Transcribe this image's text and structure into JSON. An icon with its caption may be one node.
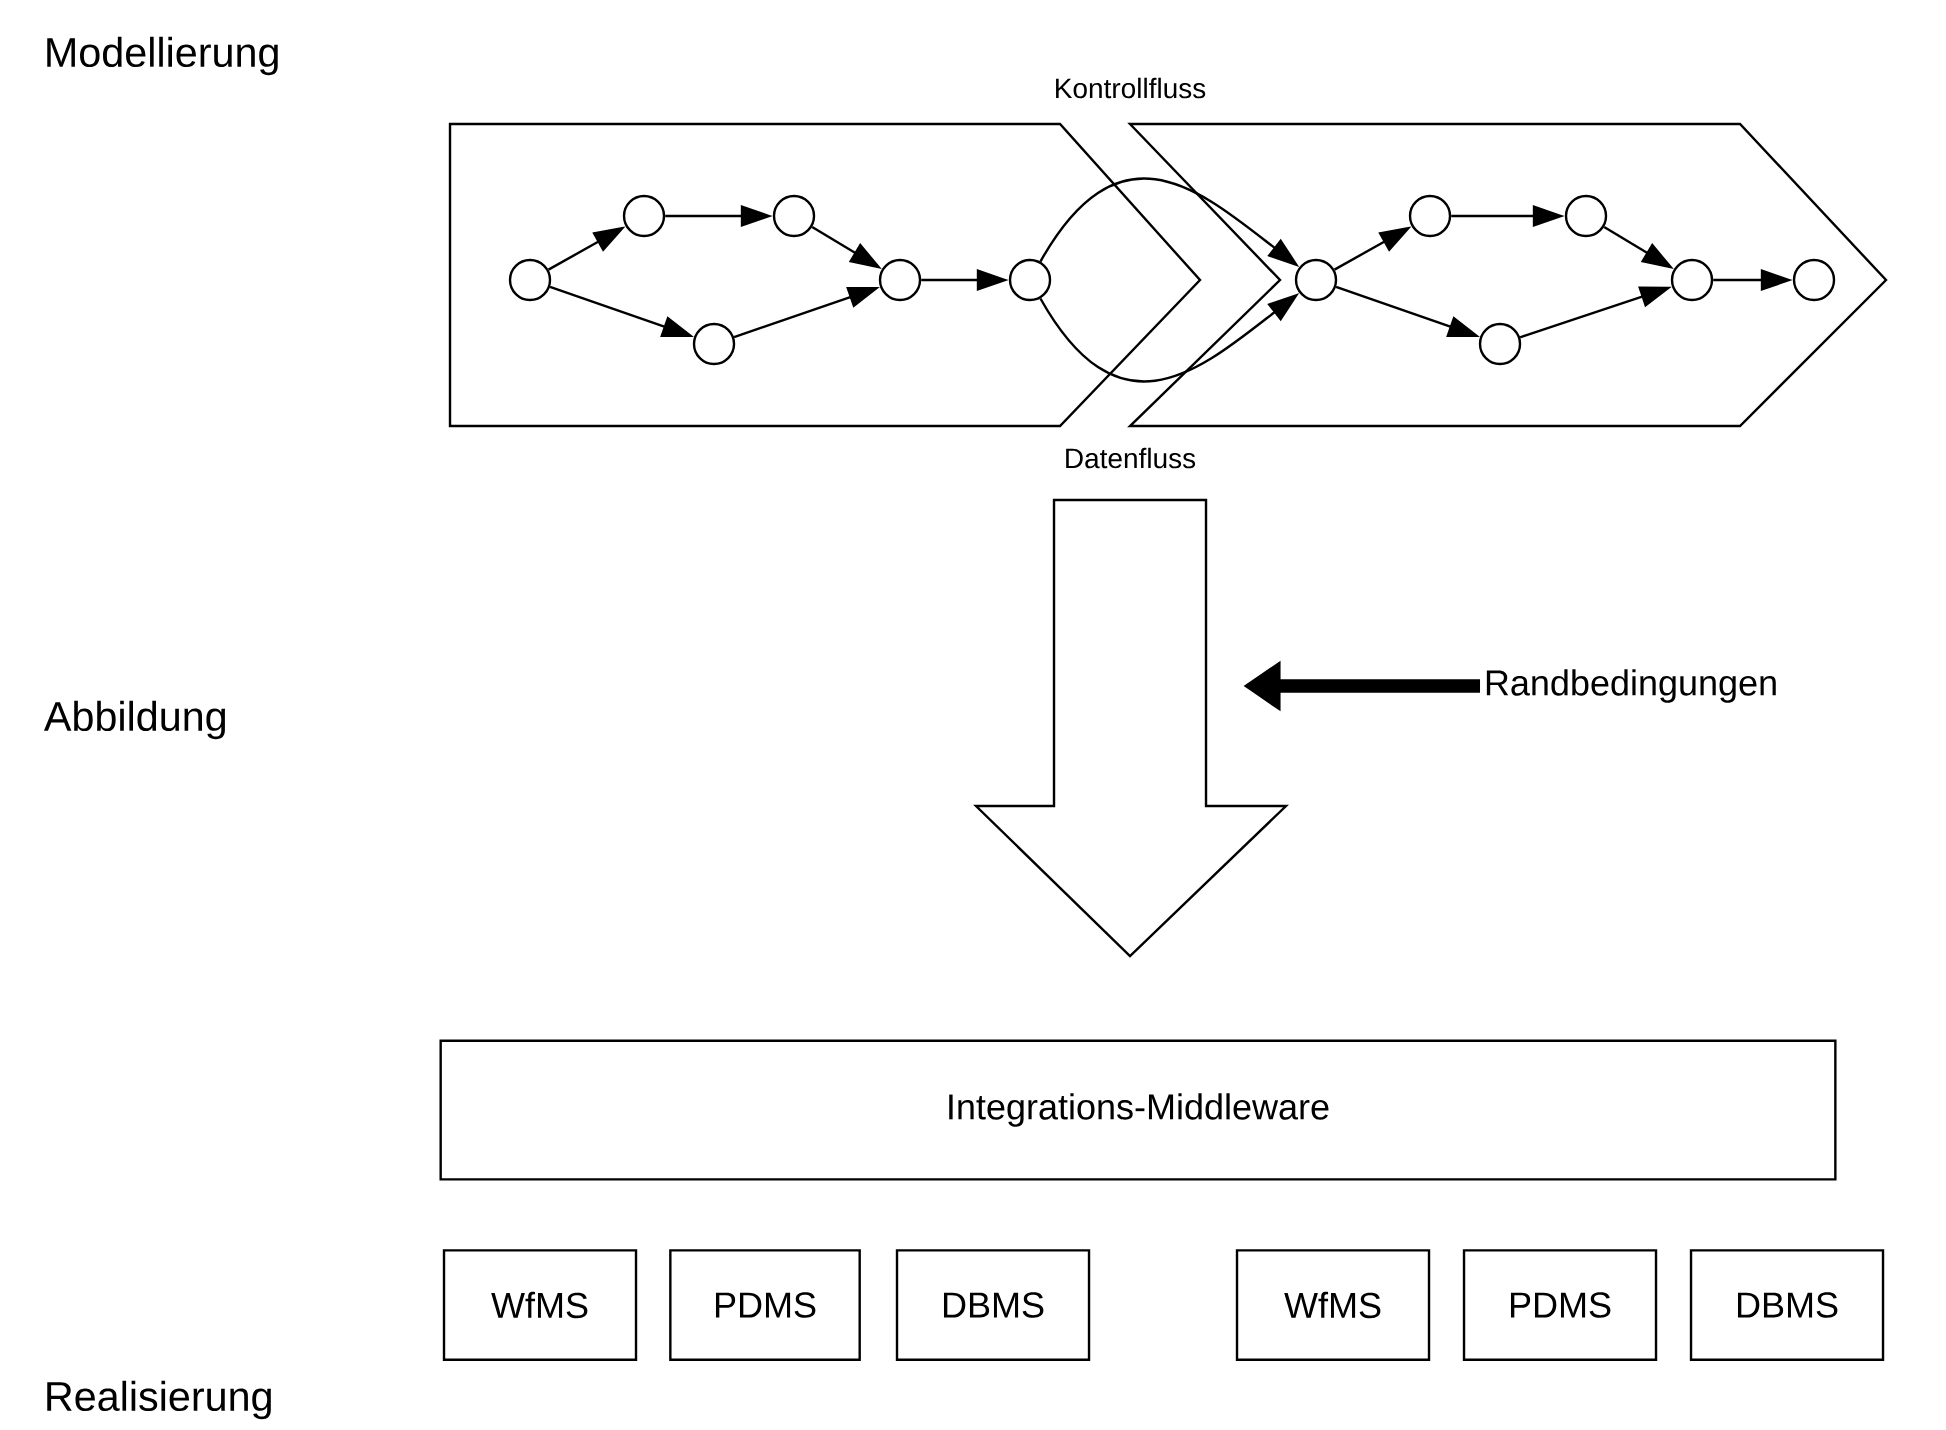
{
  "diagram": {
    "nodes": [
      {
        "text": [],
        "shape": "chevron"
      },
      {
        "text": [],
        "shape": "chevron"
      },
      {
        "text": [],
        "shape": "circle",
        "in": 0
      },
      {
        "text": [],
        "shape": "circle",
        "in": 0
      },
      {
        "text": [],
        "shape": "circle",
        "in": 0
      },
      {
        "text": [],
        "shape": "circle",
        "in": 0
      },
      {
        "text": [],
        "shape": "circle",
        "in": 0
      },
      {
        "text": [],
        "shape": "circle",
        "in": 0
      },
      {
        "text": [],
        "shape": "circle",
        "in": 1
      },
      {
        "text": [],
        "shape": "circle",
        "in": 1
      },
      {
        "text": [],
        "shape": "circle",
        "in": 1
      },
      {
        "text": [],
        "shape": "circle",
        "in": 1
      },
      {
        "text": [],
        "shape": "circle",
        "in": 1
      },
      {
        "text": [],
        "shape": "circle",
        "in": 1
      },
      {
        "text": [],
        "shape": "arrow"
      },
      {
        "text": [
          "Randbedingungen"
        ]
      },
      {
        "text": [
          "Integrations-Middleware"
        ]
      },
      {
        "text": [
          "WfMS"
        ]
      },
      {
        "text": [
          "PDMS"
        ]
      },
      {
        "text": [
          "DBMS"
        ]
      },
      {
        "text": [
          "WfMS"
        ]
      },
      {
        "text": [
          "PDMS"
        ]
      },
      {
        "text": [
          "DBMS"
        ]
      }
    ],
    "edges": [
      {
        "from": 2,
        "to": 3,
        "arrow": "to"
      },
      {
        "from": 3,
        "to": 4,
        "arrow": "to"
      },
      {
        "from": 4,
        "to": 6,
        "arrow": "to"
      },
      {
        "from": 2,
        "to": 5,
        "arrow": "to"
      },
      {
        "from": 5,
        "to": 6,
        "arrow": "to"
      },
      {
        "from": 6,
        "to": 7,
        "arrow": "to"
      },
      {
        "from": 7,
        "to": 8,
        "arrow": "to",
        "label": "Kontrollfluss"
      },
      {
        "from": 7,
        "to": 8,
        "arrow": "to",
        "label": "Datenfluss"
      },
      {
        "from": 8,
        "to": 9,
        "arrow": "to"
      },
      {
        "from": 9,
        "to": 10,
        "arrow": "to"
      },
      {
        "from": 10,
        "to": 12,
        "arrow": "to"
      },
      {
        "from": 8,
        "to": 11,
        "arrow": "to"
      },
      {
        "from": 11,
        "to": 12,
        "arrow": "to"
      },
      {
        "from": 12,
        "to": 13,
        "arrow": "to"
      },
      {
        "from": 15,
        "to": 14,
        "arrow": "to",
        "style": "thick"
      }
    ],
    "labels": [
      "Modellierung",
      "Abbildung",
      "Realisierung"
    ]
  }
}
